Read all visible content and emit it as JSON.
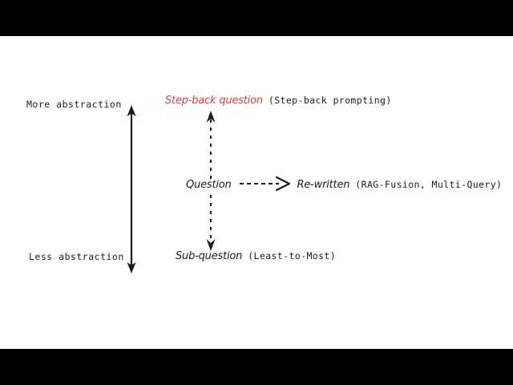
{
  "frame": {
    "letterbox_color": "#000000",
    "board_color": "#ffffff"
  },
  "axis": {
    "top_label": "More abstraction",
    "bottom_label": "Less abstraction",
    "arrow_kind": "double-headed-vertical",
    "ink_color": "#1b1b1b"
  },
  "rows": {
    "stepback": {
      "term": "Step-back question",
      "term_color": "#cc4444",
      "technique": "(Step-back prompting)"
    },
    "question": {
      "term": "Question",
      "connector": "------>",
      "target": "Re-written",
      "technique": "(RAG-Fusion, Multi-Query)"
    },
    "subquestion": {
      "term": "Sub-question",
      "technique": "(Least-to-Most)"
    }
  },
  "connectors": {
    "up_arrow": "dashed-arrow-up",
    "down_arrow": "dashed-arrow-down",
    "rewrite_arrow": "dashed-arrow-right"
  }
}
